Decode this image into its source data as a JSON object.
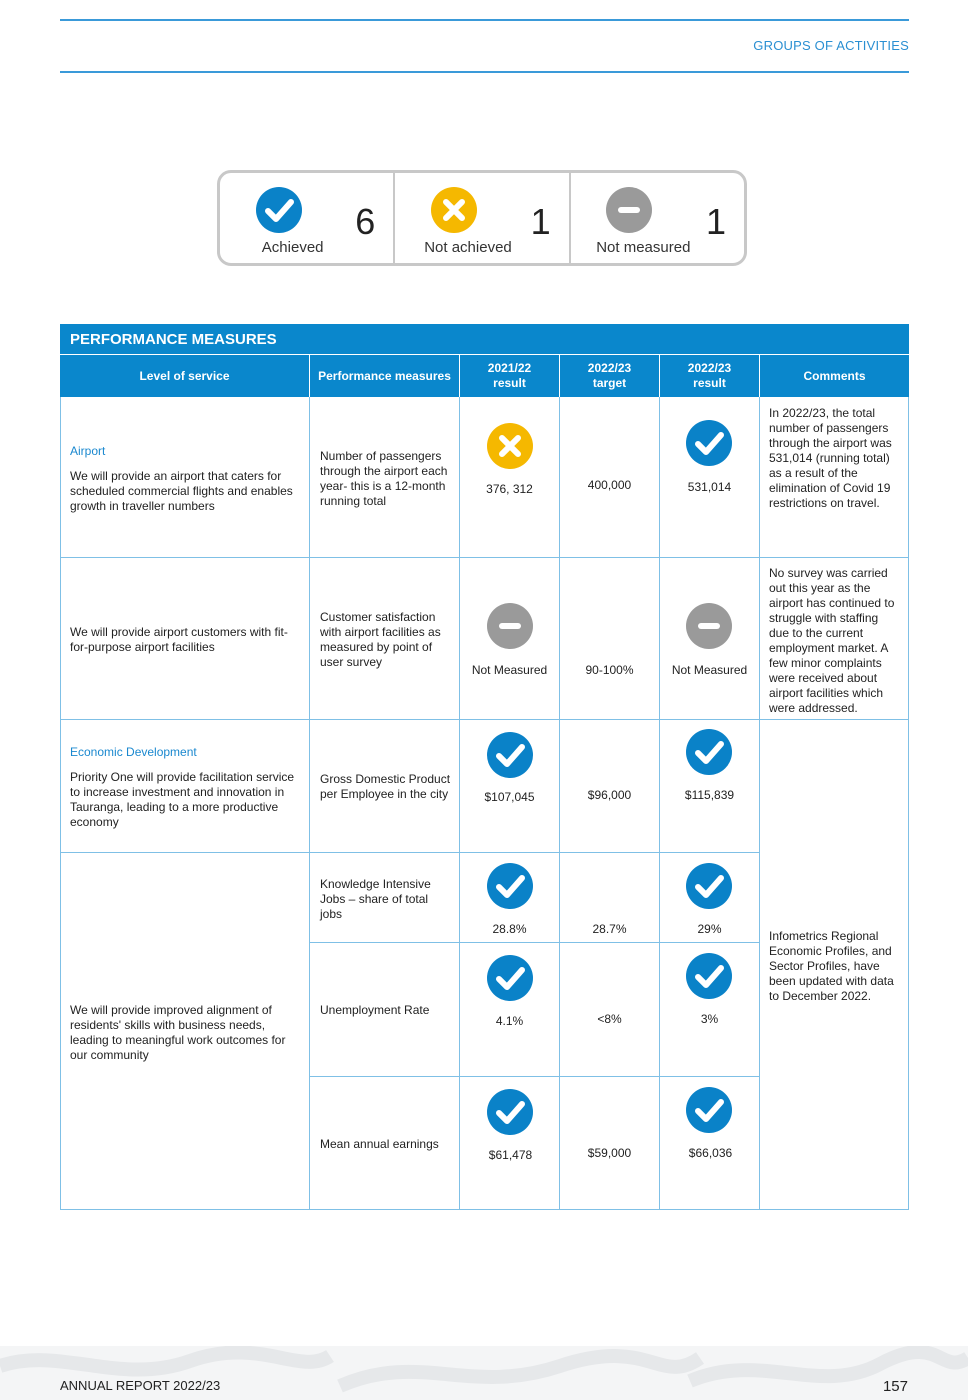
{
  "header": {
    "section": "GROUPS OF ACTIVITIES"
  },
  "summary": [
    {
      "label": "Achieved",
      "count": "6",
      "icon": "check-icon",
      "color": "#0a82c8"
    },
    {
      "label": "Not achieved",
      "count": "1",
      "icon": "cross-icon",
      "color": "#f5b800"
    },
    {
      "label": "Not measured",
      "count": "1",
      "icon": "minus-icon",
      "color": "#9a9a9a"
    }
  ],
  "table": {
    "title": "PERFORMANCE MEASURES",
    "columns": [
      "Level of service",
      "Performance measures",
      "2021/22 result",
      "2022/23 target",
      "2022/23 result",
      "Comments"
    ],
    "rows": [
      {
        "service_heading": "Airport",
        "service": "We will provide an airport that caters for scheduled commercial flights and enables growth in traveller numbers",
        "measure": "Number of passengers through the airport each year- this is a 12-month running total",
        "result_2122": "376, 312",
        "result_2122_status": "not-achieved",
        "target": "400,000",
        "result_2223": "531,014",
        "result_2223_status": "achieved",
        "comment": "In 2022/23, the total number of passengers through the airport was 531,014 (running total) as a result of the elimination of Covid 19 restrictions on travel."
      },
      {
        "service": "We will provide airport customers with fit-for-purpose airport facilities",
        "measure": "Customer satisfaction with airport facilities as measured by point of user survey",
        "result_2122": "Not Measured",
        "result_2122_status": "not-measured",
        "target": "90-100%",
        "result_2223": "Not Measured",
        "result_2223_status": "not-measured",
        "comment": "No survey was carried out this year  as the airport has continued to struggle with staffing due to the current employment market. A few minor complaints were received about airport facilities which were addressed."
      },
      {
        "service_heading": "Economic Development",
        "service": "Priority One will provide facilitation service to increase investment and innovation in Tauranga, leading to a more productive economy",
        "measure": "Gross Domestic Product per Employee in the city",
        "result_2122": "$107,045",
        "result_2122_status": "achieved",
        "target": "$96,000",
        "result_2223": "$115,839",
        "result_2223_status": "achieved"
      },
      {
        "service": "We will provide improved alignment of residents' skills with business needs, leading to meaningful work outcomes for our community",
        "measure": "Knowledge Intensive Jobs – share of total jobs",
        "result_2122": "28.8%",
        "result_2122_status": "achieved",
        "target": "28.7%",
        "result_2223": "29%",
        "result_2223_status": "achieved"
      },
      {
        "measure": "Unemployment Rate",
        "result_2122": "4.1%",
        "result_2122_status": "achieved",
        "target": "<8%",
        "result_2223": "3%",
        "result_2223_status": "achieved"
      },
      {
        "measure": "Mean annual earnings",
        "result_2122": "$61,478",
        "result_2122_status": "achieved",
        "target": "$59,000",
        "result_2223": "$66,036",
        "result_2223_status": "achieved"
      }
    ],
    "shared_comment": "Infometrics Regional Economic Profiles, and Sector Profiles, have been updated with data to December 2022."
  },
  "footer": {
    "report": "ANNUAL REPORT 2022/23",
    "page": "157"
  }
}
